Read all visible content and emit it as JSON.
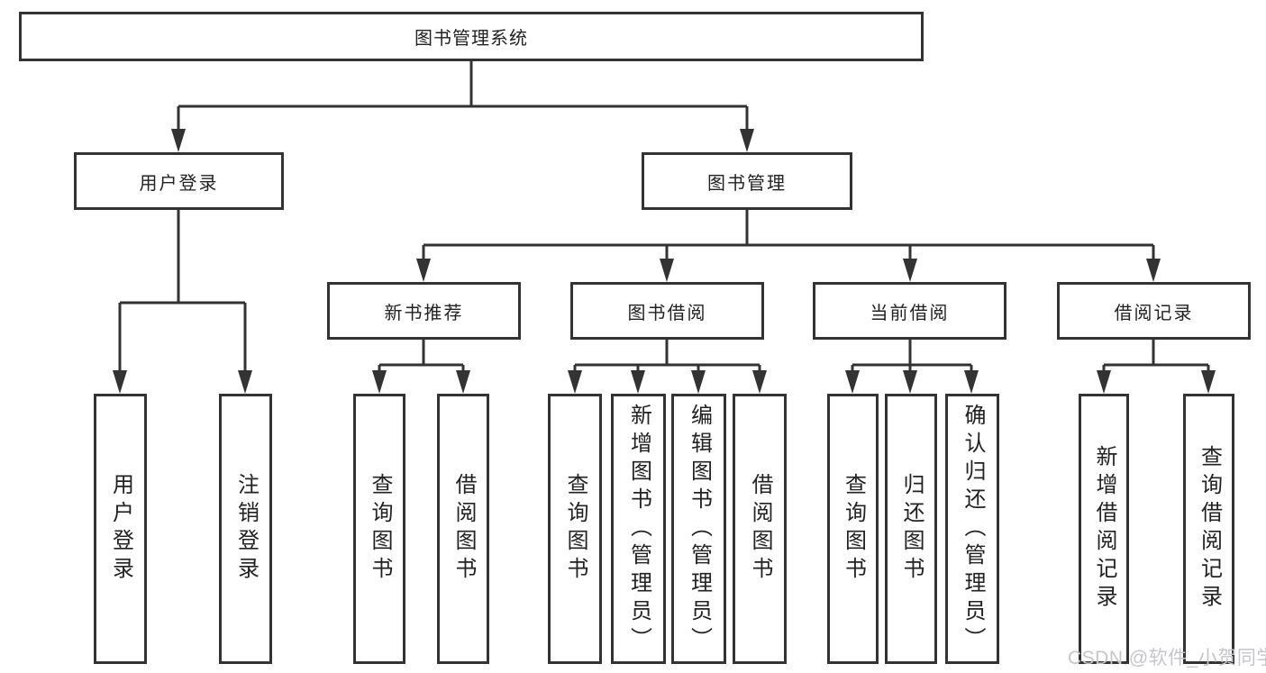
{
  "diagram": {
    "root": {
      "label": "图书管理系统"
    },
    "level2": {
      "user_login": {
        "label": "用户登录"
      },
      "book_management": {
        "label": "图书管理"
      }
    },
    "level3": {
      "new_book_recommend": {
        "label": "新书推荐"
      },
      "book_borrow": {
        "label": "图书借阅"
      },
      "current_borrow": {
        "label": "当前借阅"
      },
      "borrow_records": {
        "label": "借阅记录"
      }
    },
    "leaves": {
      "user_login_leaf": {
        "label": "用户登录"
      },
      "logout": {
        "label": "注销登录"
      },
      "nb_query_books": {
        "label": "查询图书"
      },
      "nb_borrow_books": {
        "label": "借阅图书"
      },
      "bb_query_books": {
        "label": "查询图书"
      },
      "bb_add_books": {
        "label": "新增图书（管理员）"
      },
      "bb_edit_books": {
        "label": "编辑图书（管理员）"
      },
      "bb_borrow_books": {
        "label": "借阅图书"
      },
      "cb_query_books": {
        "label": "查询图书"
      },
      "cb_return_books": {
        "label": "归还图书"
      },
      "cb_confirm_return": {
        "label": "确认归还（管理员）"
      },
      "br_add_record": {
        "label": "新增借阅记录"
      },
      "br_query_record": {
        "label": "查询借阅记录"
      }
    },
    "watermark": "CSDN @软件_小贺同学",
    "colors": {
      "line": "#333333",
      "text": "#222222",
      "watermark": "#c6c6ca",
      "background": "#ffffff"
    }
  }
}
